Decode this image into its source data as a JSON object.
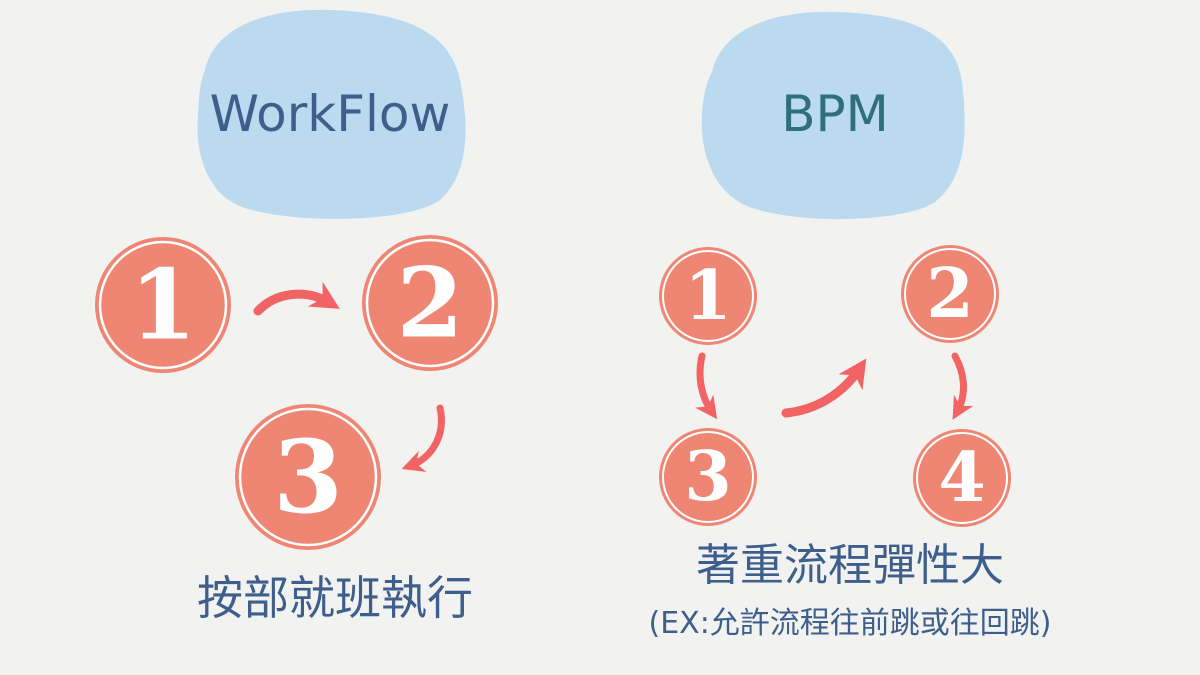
{
  "workflow": {
    "title": "WorkFlow",
    "steps": [
      "1",
      "2",
      "3"
    ],
    "caption": "按部就班執行"
  },
  "bpm": {
    "title": "BPM",
    "steps": [
      "1",
      "2",
      "3",
      "4"
    ],
    "caption": "著重流程彈性大",
    "subcaption": "(EX:允許流程往前跳或往回跳)"
  },
  "colors": {
    "background": "#f2f2f0",
    "blob": "#bcdaef",
    "circle_fill": "#ef8673",
    "circle_ring": "#ffffff",
    "arrow": "#f26464",
    "workflow_text": "#3e5f8c",
    "bpm_title_text": "#2e6f7a"
  }
}
